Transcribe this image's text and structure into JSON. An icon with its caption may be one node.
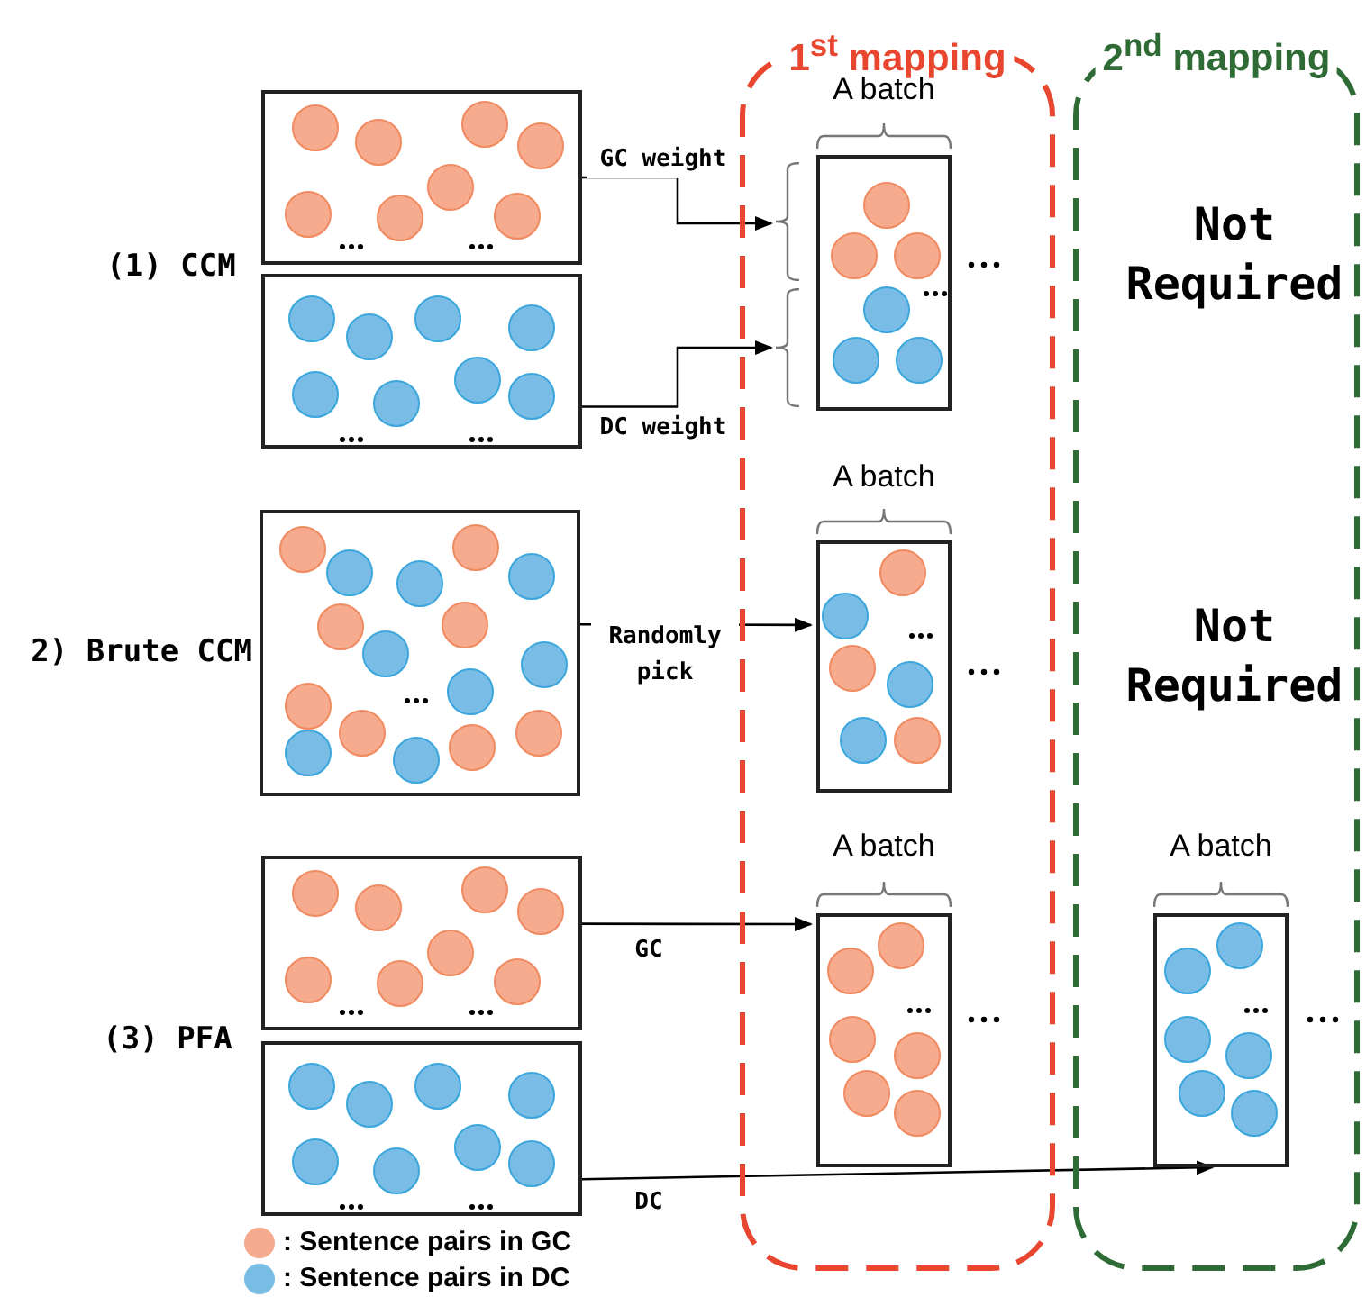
{
  "diagram": {
    "nodes": [
      {
        "text": [
          "1$^{st}$ mapping"
        ]
      },
      {
        "text": [
          "2$^{nd}$ mapping"
        ]
      },
      {
        "text": [],
        "shape": "box"
      },
      {
        "text": [],
        "shape": "box"
      },
      {
        "text": [
          "A batch"
        ],
        "in": 0
      },
      {
        "text": [],
        "shape": "box",
        "beside": [
          "2) Brute CCM"
        ]
      },
      {
        "text": [
          "A batch"
        ],
        "in": 0
      },
      {
        "text": [],
        "shape": "box"
      },
      {
        "text": [],
        "shape": "box"
      },
      {
        "text": [
          "A batch"
        ],
        "in": 0
      },
      {
        "text": [
          "A batch"
        ],
        "in": 1
      }
    ],
    "edges": [
      {
        "from": 2,
        "to": 4,
        "arrow": "to",
        "label": "GC weight"
      },
      {
        "from": 3,
        "to": 4,
        "arrow": "to",
        "label": "DC weight"
      },
      {
        "from": 5,
        "to": 6,
        "arrow": "to",
        "label": "Randomly pick"
      },
      {
        "from": 7,
        "to": 9,
        "arrow": "to",
        "label": "GC"
      },
      {
        "from": 8,
        "to": 10,
        "arrow": "to",
        "label": "DC"
      }
    ],
    "labels": [
      "(1) CCM",
      "Not Required",
      "Not Required",
      "(3) PFA"
    ],
    "legend": [
      {
        "text": ": Sentence pairs in GC",
        "color": "#f6ab8e"
      },
      {
        "text": ": Sentence pairs in DC",
        "color": "#79bde6"
      }
    ]
  }
}
